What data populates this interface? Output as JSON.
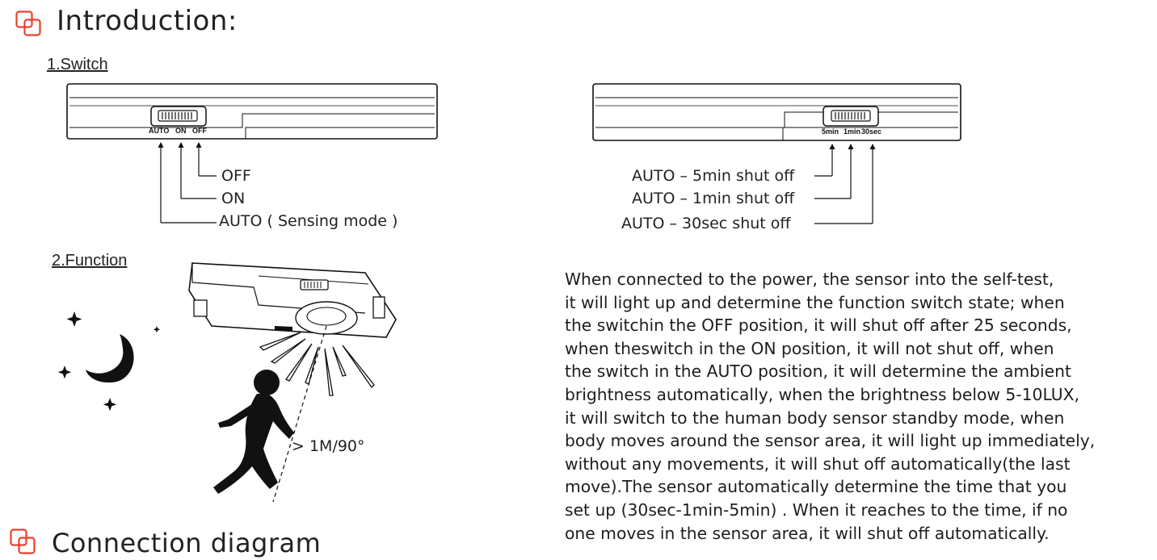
{
  "colors": {
    "accent": "#e8412c",
    "ink": "#1a1a1a"
  },
  "headings": {
    "introduction": "Introduction:",
    "connection": "Connection diagram"
  },
  "switch_section": {
    "title": "1.Switch",
    "device_labels": [
      "AUTO",
      "ON",
      "OFF"
    ],
    "callouts": [
      "OFF",
      "ON",
      "AUTO ( Sensing mode )"
    ]
  },
  "timer_section": {
    "device_labels": [
      "5min",
      "1min",
      "30sec"
    ],
    "callouts": [
      "AUTO – 5min shut off",
      "AUTO – 1min shut off",
      "AUTO – 30sec shut off"
    ]
  },
  "function_section": {
    "title": "2.Function",
    "range_label": "> 1M/90°"
  },
  "description_lines": [
    "When connected to the power, the sensor into the self-test,",
    "it will light up and determine the function switch state; when",
    "the switchin the OFF position, it will shut off after 25 seconds,",
    "when theswitch in the ON position, it will not shut off, when",
    "the switch in the AUTO position, it will determine the ambient",
    "brightness automatically, when the brightness below 5-10LUX,",
    "it will switch to the human body sensor standby mode, when",
    "body moves around the sensor area, it will light up immediately,",
    "without any movements, it will shut off automatically(the last",
    "move).The sensor automatically determine the time that you",
    "set up (30sec-1min-5min) . When it reaches to the time, if no",
    "one moves in the sensor area, it will shut off automatically."
  ]
}
